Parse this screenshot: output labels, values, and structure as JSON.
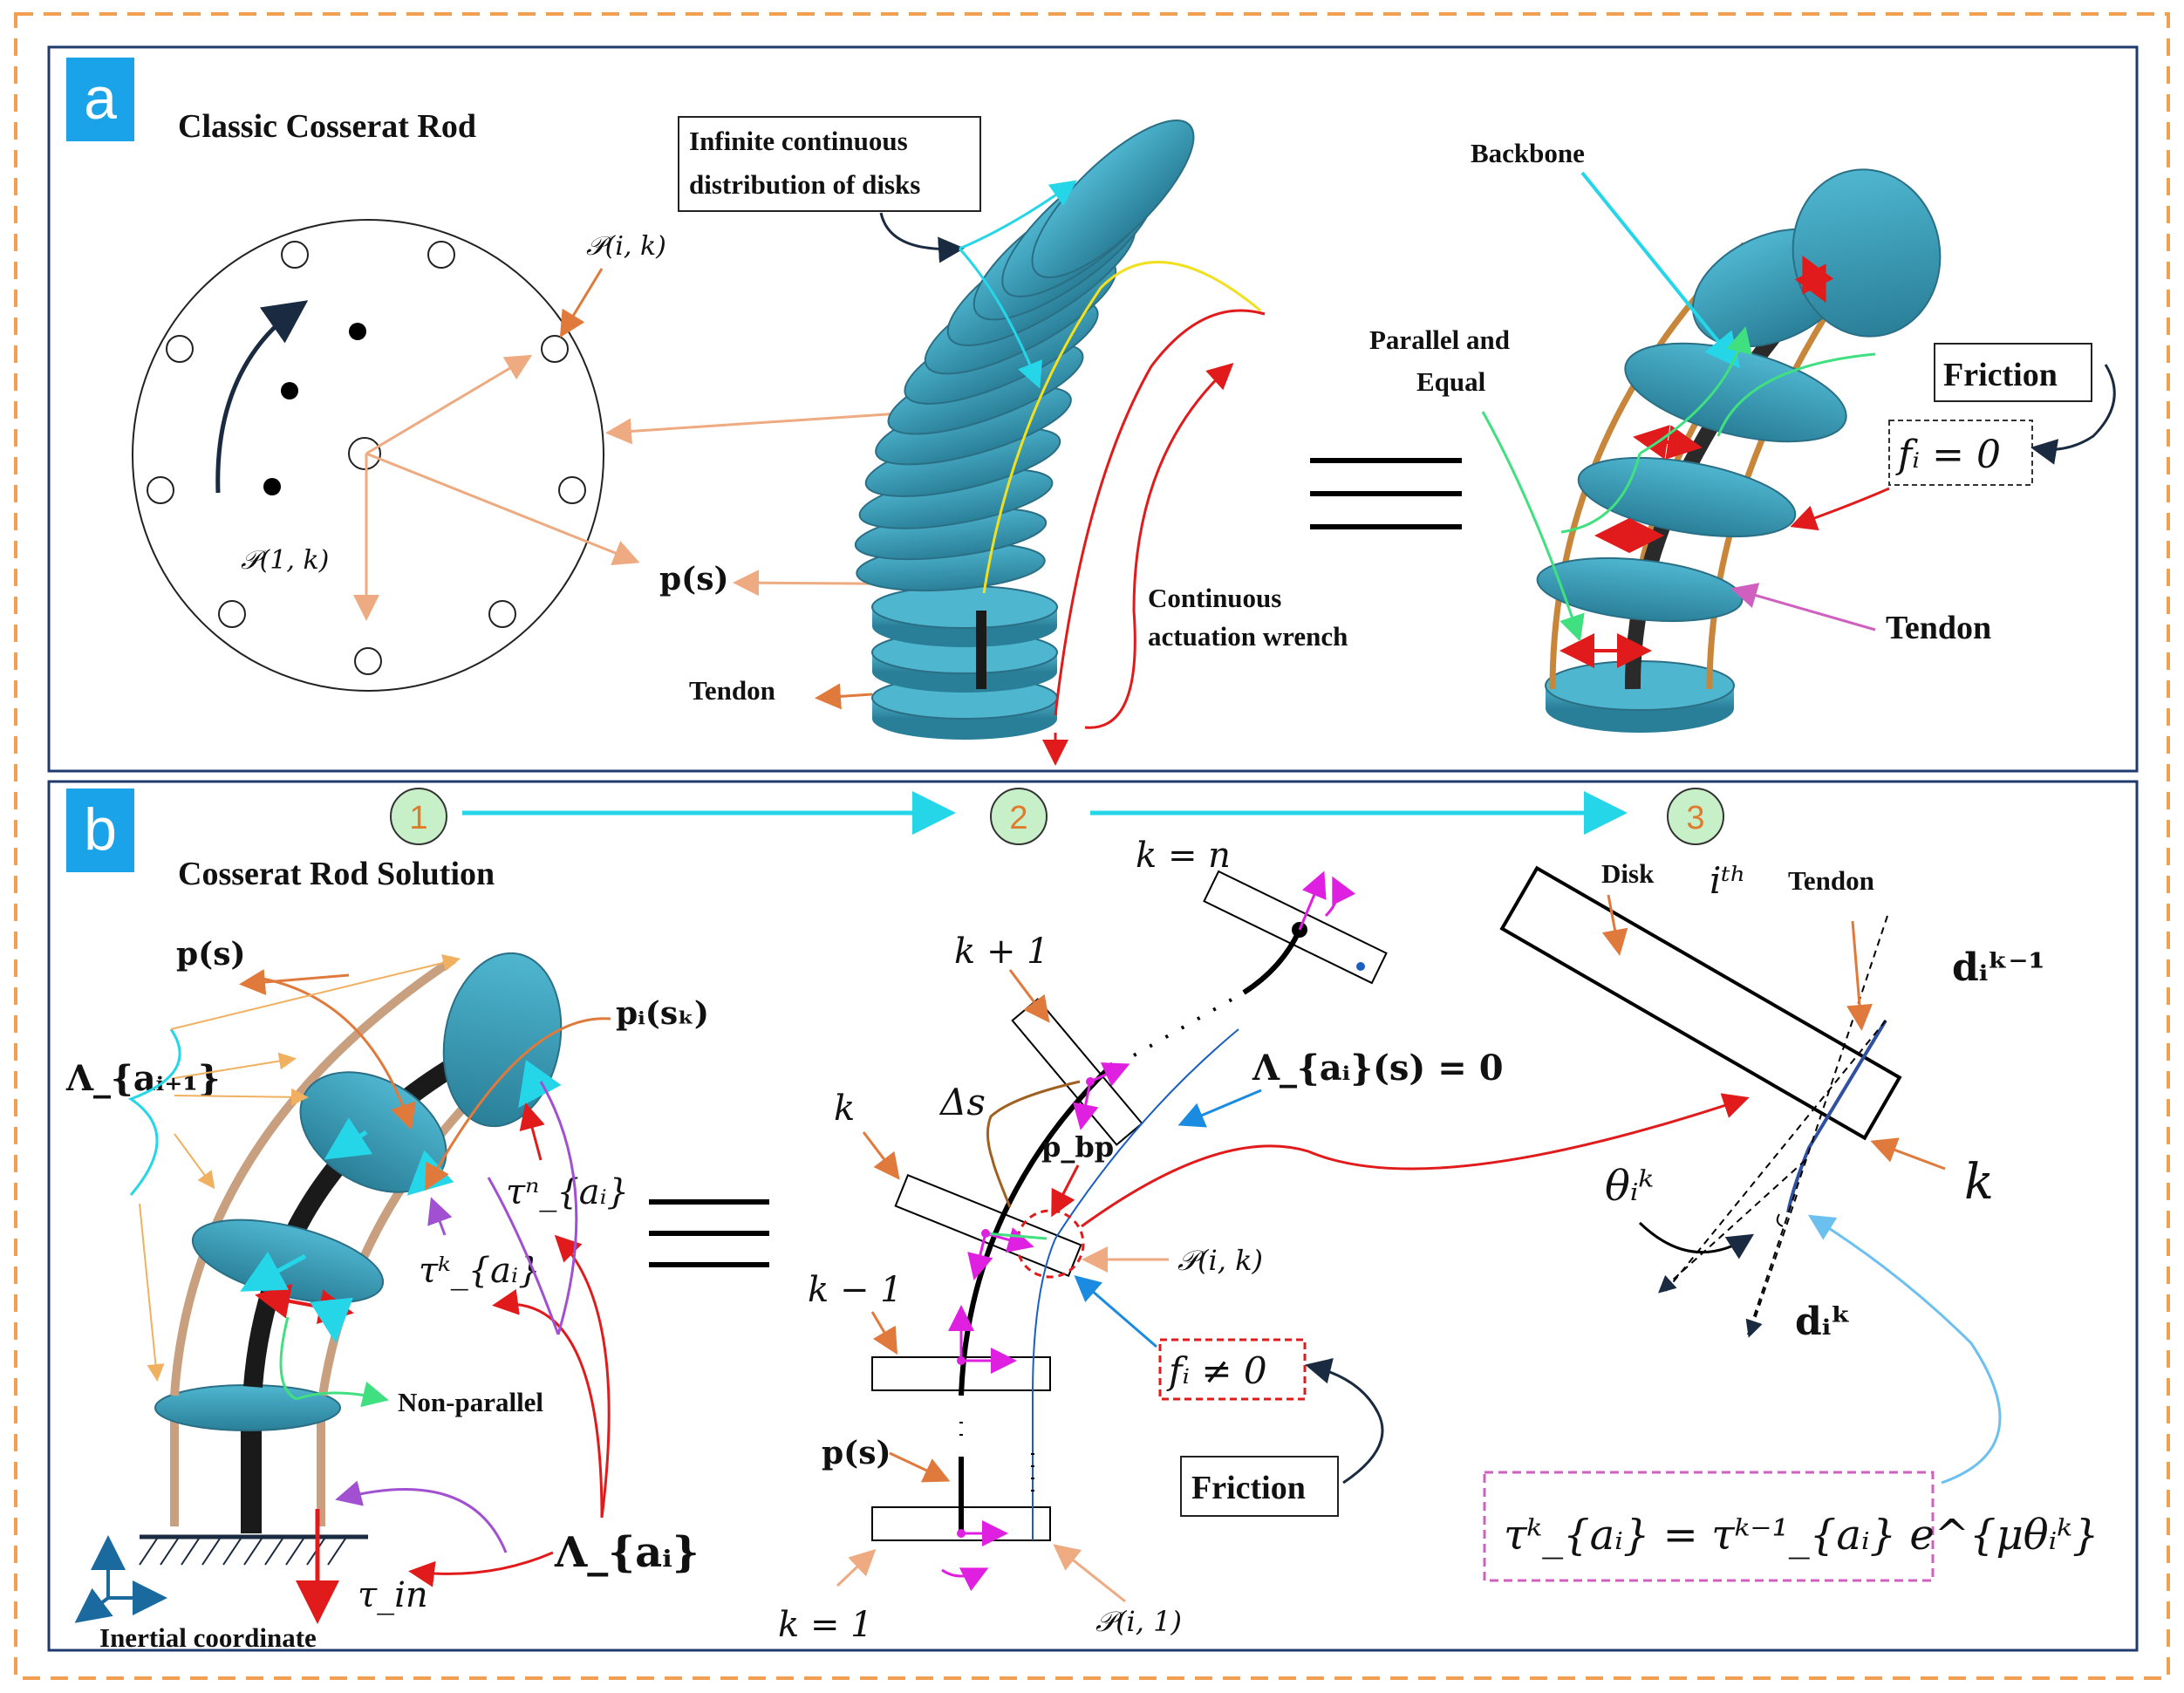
{
  "panel_a": {
    "badge": "a",
    "title": "Classic Cosserat Rod",
    "label_infinite_1": "Infinite continuous",
    "label_infinite_2": "distribution of disks",
    "label_backbone": "Backbone",
    "label_parallel_1": "Parallel  and",
    "label_parallel_2": "Equal",
    "label_friction": "Friction",
    "label_fi_zero": "fᵢ = 0",
    "label_tendon_right": "Tendon",
    "label_tendon_left": "Tendon",
    "label_continuous_1": "Continuous",
    "label_continuous_2": "actuation wrench",
    "label_p_ik": "𝒫(i, k)",
    "label_p_1k": "𝒫(1, k)",
    "label_ps": "p(s)",
    "equiv": "≡"
  },
  "panel_b": {
    "badge": "b",
    "title": "Cosserat Rod Solution",
    "steps": [
      "1",
      "2",
      "3"
    ],
    "label_ps_top": "p(s)",
    "label_pisk": "pᵢ(sₖ)",
    "label_lambda_ai1": "Λ_{aᵢ₊₁}",
    "label_tau_n": "τⁿ_{aᵢ}",
    "label_tau_k": "τᵏ_{aᵢ}",
    "label_nonparallel": "Non-parallel",
    "label_lambda_ai": "Λ_{aᵢ}",
    "label_tau_in": "τ_in",
    "label_inertial": "Inertial coordinate",
    "label_k_eq_n": "k = n",
    "label_k_plus_1": "k + 1",
    "label_delta_s": "Δs",
    "label_k": "k",
    "label_pbp": "p_bp",
    "label_lambda_zero": "Λ_{aᵢ}(s) = 0",
    "label_p_ik": "𝒫(i, k)",
    "label_k_minus_1": "k − 1",
    "label_fi_nonzero": "fᵢ ≠ 0",
    "label_friction": "Friction",
    "label_ps_mid": "p(s)",
    "label_k_eq_1": "k = 1",
    "label_p_i1": "𝒫(i, 1)",
    "label_disk": "Disk",
    "label_ith": "iᵗʰ",
    "label_tendon": "Tendon",
    "label_d_km1": "dᵢᵏ⁻¹",
    "label_theta": "θᵢᵏ",
    "label_k_right": "k",
    "label_d_k": "dᵢᵏ",
    "formula": "τᵏ_{aᵢ} = τᵏ⁻¹_{aᵢ} e^{μθᵢᵏ}"
  },
  "colors": {
    "frame_dash": "#f0a050",
    "panel_border": "#1f3b6e",
    "badge": "#1aa3e8",
    "disk": "#3a9bb5",
    "tendon": "#c8863a",
    "arrow_orange": "#e07a3c",
    "arrow_peach": "#eeaa80",
    "arrow_cyan": "#25d6e8",
    "arrow_red": "#e11b1b",
    "arrow_purple": "#a050d0",
    "step_circle": "#c8f0c8",
    "step_text": "#e07a2c"
  }
}
